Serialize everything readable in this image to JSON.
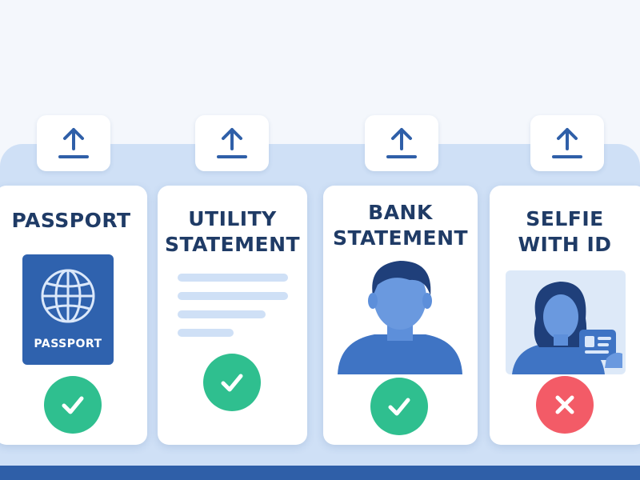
{
  "cards": [
    {
      "title_lines": [
        "PASSPORT"
      ],
      "badge_text": "PASSPORT",
      "status": "verified"
    },
    {
      "title_lines": [
        "UTILITY",
        "STATEMENT"
      ],
      "status": "verified"
    },
    {
      "title_lines": [
        "BANK",
        "STATEMENT"
      ],
      "status": "verified"
    },
    {
      "title_lines": [
        "SELFIE",
        "WITH ID"
      ],
      "status": "rejected"
    }
  ],
  "icons": {
    "upload": "upload-arrow-icon",
    "globe": "globe-icon",
    "person": "person-icon",
    "id_card": "id-card-icon",
    "check": "check-icon",
    "cross": "x-icon"
  },
  "colors": {
    "title": "#1f3b66",
    "primary": "#2f5fa8",
    "success": "#2fbf8f",
    "error": "#f35b67",
    "panel": "#cfe0f6"
  }
}
